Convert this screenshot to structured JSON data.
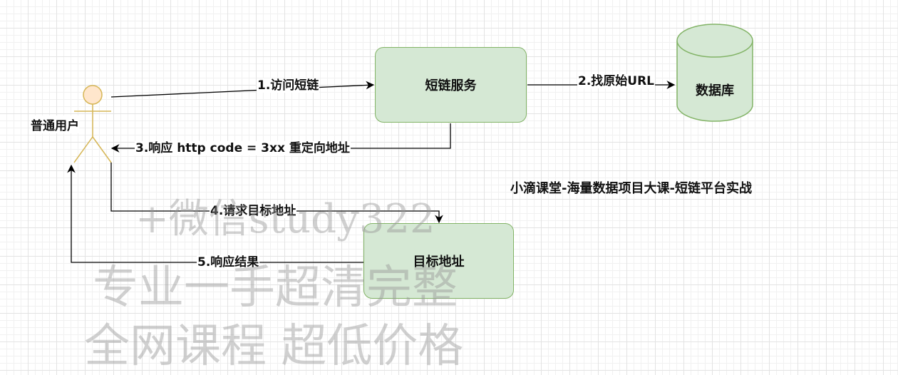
{
  "actor": {
    "label": "普通用户",
    "stroke": "#d6b656",
    "fill": "#ffe6cc"
  },
  "nodes": {
    "short_link_service": "短链服务",
    "target_address": "目标地址",
    "database": "数据库"
  },
  "edges": {
    "visit_short_link": "1.访问短链",
    "find_original_url": "2.找原始URL",
    "respond_redirect": "3.响应 http code = 3xx  重定向地址",
    "request_target": "4.请求目标地址",
    "respond_result": "5.响应结果"
  },
  "subtitle": "小滴课堂-海量数据项目大课-短链平台实战",
  "watermark": {
    "line1": "+微信study322",
    "line2": "专业一手超清完整",
    "line3": "全网课程 超低价格"
  },
  "colors": {
    "node_fill": "#d5e8d4",
    "node_border": "#82b366",
    "line": "#000000"
  }
}
